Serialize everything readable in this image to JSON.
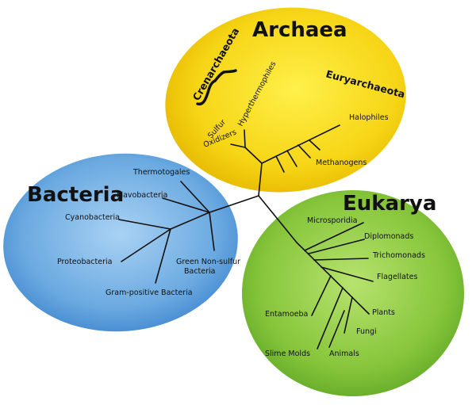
{
  "colors": {
    "archaea_fill": "#f7d917",
    "bacteria_fill": "#6aa9e0",
    "eukarya_fill": "#86c53a",
    "line": "#111111"
  },
  "domains": {
    "archaea": "Archaea",
    "bacteria": "Bacteria",
    "eukarya": "Eukarya"
  },
  "groups": {
    "crenarchaeota": "Crenarchaeota",
    "euryarchaeota": "Euryarchaeota"
  },
  "archaea_leaves": {
    "hyperthermophiles": "Hyperthermophiles",
    "sulfur_line1": "Sulfur",
    "sulfur_line2": "Oxidizers",
    "halophiles": "Halophiles",
    "methanogens": "Methanogens"
  },
  "bacteria_leaves": {
    "thermotogales": "Thermotogales",
    "flavobacteria": "Flavobacteria",
    "cyanobacteria": "Cyanobacteria",
    "proteobacteria": "Proteobacteria",
    "green_line1": "Green Non-sulfur",
    "green_line2": "Bacteria",
    "gram_positive": "Gram-positive Bacteria"
  },
  "eukarya_leaves": {
    "microsporidia": "Microsporidia",
    "diplomonads": "Diplomonads",
    "trichomonads": "Trichomonads",
    "flagellates": "Flagellates",
    "entamoeba": "Entamoeba",
    "plants": "Plants",
    "fungi": "Fungi",
    "slime_molds": "Slime Molds",
    "animals": "Animals"
  }
}
